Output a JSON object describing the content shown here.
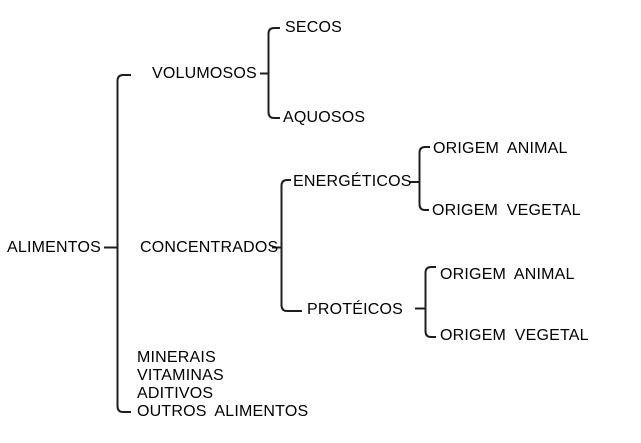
{
  "diagram_type": "tree-bracket-diagram",
  "colors": {
    "line": "#1f1f1f",
    "text": "#000000",
    "background": "#ffffff"
  },
  "tree": {
    "root": {
      "label": "ALIMENTOS",
      "children": [
        {
          "label": "VOLUMOSOS",
          "children": [
            {
              "label": "SECOS"
            },
            {
              "label": "AQUOSOS"
            }
          ]
        },
        {
          "label": "CONCENTRADOS",
          "children": [
            {
              "label": "ENERGÉTICOS",
              "children": [
                {
                  "label": "ORIGEM ANIMAL"
                },
                {
                  "label": "ORIGEM VEGETAL"
                }
              ]
            },
            {
              "label": "PROTÉICOS",
              "children": [
                {
                  "label": "ORIGEM ANIMAL"
                },
                {
                  "label": "ORIGEM VEGETAL"
                }
              ]
            }
          ]
        },
        {
          "label": "MINERAIS"
        },
        {
          "label": "VITAMINAS"
        },
        {
          "label": "ADITIVOS"
        },
        {
          "label": "OUTROS ALIMENTOS"
        }
      ]
    }
  }
}
